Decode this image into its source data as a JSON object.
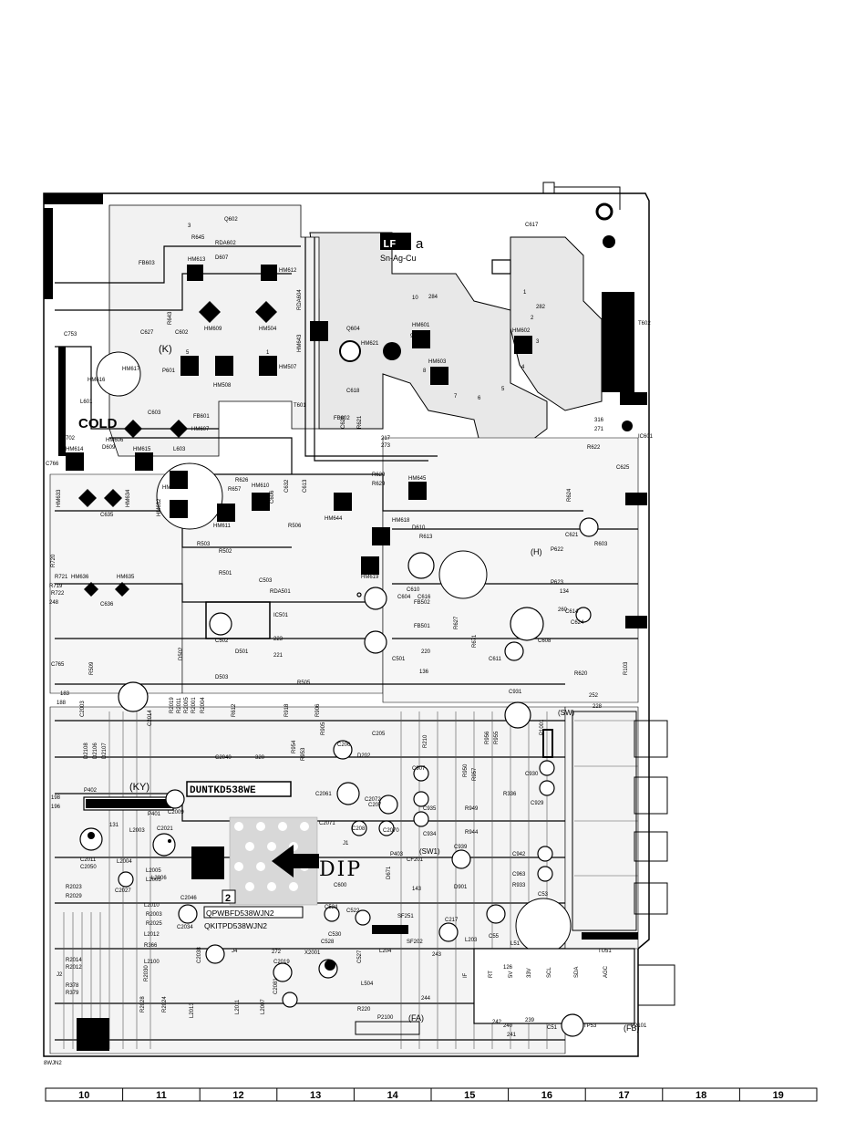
{
  "board": {
    "logo_letters": "LF",
    "logo_suffix": "a",
    "solder": "Sn-Ag-Cu",
    "cold_label": "COLD",
    "hot_label": "(K)",
    "ky_label": "(KY)",
    "h_label": "(H)",
    "sw_label": "(SW)",
    "sw1_label": "(SW1)",
    "fa_label": "(FA)",
    "fb_label": "(FB)",
    "dip_label": "DIP",
    "part_number_main": "DUNTKD538WE",
    "part_number_2": "QPWBFD538WJN2",
    "part_number_3": "QKITPD538WJN2",
    "rev_mark": "2",
    "corner_code": "8WJN2"
  },
  "components": [
    {
      "ref": "Q602"
    },
    {
      "ref": "RDA602"
    },
    {
      "ref": "R645"
    },
    {
      "ref": "FB603"
    },
    {
      "ref": "HM613"
    },
    {
      "ref": "D607"
    },
    {
      "ref": "HM612"
    },
    {
      "ref": "R643"
    },
    {
      "ref": "C627"
    },
    {
      "ref": "C602"
    },
    {
      "ref": "HM609"
    },
    {
      "ref": "HM504"
    },
    {
      "ref": "C753"
    },
    {
      "ref": "HM617"
    },
    {
      "ref": "HM616"
    },
    {
      "ref": "P601"
    },
    {
      "ref": "HM508"
    },
    {
      "ref": "HM507"
    },
    {
      "ref": "L601"
    },
    {
      "ref": "C603"
    },
    {
      "ref": "FB601"
    },
    {
      "ref": "T601"
    },
    {
      "ref": "HM607"
    },
    {
      "ref": "HM606"
    },
    {
      "ref": "D609"
    },
    {
      "ref": "HM615"
    },
    {
      "ref": "L603"
    },
    {
      "ref": "HM614"
    },
    {
      "ref": "IC702"
    },
    {
      "ref": "C766"
    },
    {
      "ref": "HM633"
    },
    {
      "ref": "C635"
    },
    {
      "ref": "HM638"
    },
    {
      "ref": "HM632"
    },
    {
      "ref": "HM634"
    },
    {
      "ref": "R626"
    },
    {
      "ref": "R657"
    },
    {
      "ref": "HM610"
    },
    {
      "ref": "HM611"
    },
    {
      "ref": "C606"
    },
    {
      "ref": "C632"
    },
    {
      "ref": "C613"
    },
    {
      "ref": "R629"
    },
    {
      "ref": "HM645"
    },
    {
      "ref": "HM644"
    },
    {
      "ref": "HM618"
    },
    {
      "ref": "HM619"
    },
    {
      "ref": "C610"
    },
    {
      "ref": "C616"
    },
    {
      "ref": "C604"
    },
    {
      "ref": "FB502"
    },
    {
      "ref": "FB501"
    },
    {
      "ref": "C501"
    },
    {
      "ref": "R505"
    },
    {
      "ref": "R506"
    },
    {
      "ref": "R503"
    },
    {
      "ref": "R502"
    },
    {
      "ref": "R501"
    },
    {
      "ref": "C503"
    },
    {
      "ref": "RDA501"
    },
    {
      "ref": "IC501"
    },
    {
      "ref": "C502"
    },
    {
      "ref": "D501"
    },
    {
      "ref": "D502"
    },
    {
      "ref": "D503"
    },
    {
      "ref": "HM636"
    },
    {
      "ref": "HM635"
    },
    {
      "ref": "C636"
    },
    {
      "ref": "R720"
    },
    {
      "ref": "R721"
    },
    {
      "ref": "R719"
    },
    {
      "ref": "R722"
    },
    {
      "ref": "C765"
    },
    {
      "ref": "Q604"
    },
    {
      "ref": "HM621"
    },
    {
      "ref": "HM601"
    },
    {
      "ref": "HM602"
    },
    {
      "ref": "HM603"
    },
    {
      "ref": "RDA604"
    },
    {
      "ref": "HM643"
    },
    {
      "ref": "C618"
    },
    {
      "ref": "C620"
    },
    {
      "ref": "R621"
    },
    {
      "ref": "FB602"
    },
    {
      "ref": "C617"
    },
    {
      "ref": "T602"
    },
    {
      "ref": "R622"
    },
    {
      "ref": "C625"
    },
    {
      "ref": "IC601"
    },
    {
      "ref": "R624"
    },
    {
      "ref": "C621"
    },
    {
      "ref": "R603"
    },
    {
      "ref": "P622"
    },
    {
      "ref": "P623"
    },
    {
      "ref": "R629"
    },
    {
      "ref": "C614"
    },
    {
      "ref": "C624"
    },
    {
      "ref": "C608"
    },
    {
      "ref": "C611"
    },
    {
      "ref": "R620"
    },
    {
      "ref": "R103"
    },
    {
      "ref": "D610"
    },
    {
      "ref": "R613"
    },
    {
      "ref": "R627"
    },
    {
      "ref": "R671"
    },
    {
      "ref": "C931"
    },
    {
      "ref": "P1001"
    },
    {
      "ref": "C930"
    },
    {
      "ref": "C929"
    },
    {
      "ref": "C942"
    },
    {
      "ref": "C963"
    },
    {
      "ref": "R933"
    },
    {
      "ref": "C53"
    },
    {
      "ref": "C55"
    },
    {
      "ref": "L51"
    },
    {
      "ref": "TU51"
    },
    {
      "ref": "C51"
    },
    {
      "ref": "TP53"
    },
    {
      "ref": "P2101"
    },
    {
      "ref": "C205"
    },
    {
      "ref": "D202"
    },
    {
      "ref": "C206"
    },
    {
      "ref": "C907"
    },
    {
      "ref": "C935"
    },
    {
      "ref": "C934"
    },
    {
      "ref": "R949"
    },
    {
      "ref": "R944"
    },
    {
      "ref": "C939"
    },
    {
      "ref": "D901"
    },
    {
      "ref": "C2040"
    },
    {
      "ref": "C2009"
    },
    {
      "ref": "P401"
    },
    {
      "ref": "P402"
    },
    {
      "ref": "C2021"
    },
    {
      "ref": "C2011"
    },
    {
      "ref": "C2050"
    },
    {
      "ref": "L2003"
    },
    {
      "ref": "L2004"
    },
    {
      "ref": "L2005"
    },
    {
      "ref": "L2006"
    },
    {
      "ref": "C2027"
    },
    {
      "ref": "C2046"
    },
    {
      "ref": "C2034"
    },
    {
      "ref": "C2038"
    },
    {
      "ref": "C2019"
    },
    {
      "ref": "C2081"
    },
    {
      "ref": "C2071"
    },
    {
      "ref": "C2070"
    },
    {
      "ref": "C2072"
    },
    {
      "ref": "C2061"
    },
    {
      "ref": "C208"
    },
    {
      "ref": "C207"
    },
    {
      "ref": "P403"
    },
    {
      "ref": "CF201"
    },
    {
      "ref": "D671"
    },
    {
      "ref": "C600"
    },
    {
      "ref": "SF251"
    },
    {
      "ref": "SF202"
    },
    {
      "ref": "C217"
    },
    {
      "ref": "L203"
    },
    {
      "ref": "L204"
    },
    {
      "ref": "C524"
    },
    {
      "ref": "C522"
    },
    {
      "ref": "C530"
    },
    {
      "ref": "C528"
    },
    {
      "ref": "C527"
    },
    {
      "ref": "L504"
    },
    {
      "ref": "R220"
    },
    {
      "ref": "P2100"
    },
    {
      "ref": "X2001"
    },
    {
      "ref": "J1"
    },
    {
      "ref": "J2"
    },
    {
      "ref": "J4"
    },
    {
      "ref": "R2023"
    },
    {
      "ref": "R2029"
    },
    {
      "ref": "R2014"
    },
    {
      "ref": "R2012"
    },
    {
      "ref": "R378"
    },
    {
      "ref": "R379"
    },
    {
      "ref": "L2100"
    },
    {
      "ref": "L2010"
    },
    {
      "ref": "R2003"
    },
    {
      "ref": "R2025"
    },
    {
      "ref": "L2012"
    },
    {
      "ref": "R366"
    },
    {
      "ref": "R2030"
    },
    {
      "ref": "R2028"
    },
    {
      "ref": "R2024"
    },
    {
      "ref": "L2013"
    },
    {
      "ref": "L2011"
    },
    {
      "ref": "L2007"
    },
    {
      "ref": "L2005"
    },
    {
      "ref": "R612"
    },
    {
      "ref": "R954"
    },
    {
      "ref": "R953"
    },
    {
      "ref": "R918"
    },
    {
      "ref": "R906"
    },
    {
      "ref": "R905"
    },
    {
      "ref": "R210"
    },
    {
      "ref": "R950"
    },
    {
      "ref": "R957"
    },
    {
      "ref": "R956"
    },
    {
      "ref": "R955"
    },
    {
      "ref": "R336"
    },
    {
      "ref": "R509"
    },
    {
      "ref": "C2003"
    },
    {
      "ref": "D2106"
    },
    {
      "ref": "D2107"
    },
    {
      "ref": "D2108"
    },
    {
      "ref": "R2019"
    },
    {
      "ref": "R2011"
    },
    {
      "ref": "R2005"
    },
    {
      "ref": "R2004"
    },
    {
      "ref": "R2001"
    },
    {
      "ref": "C2014"
    }
  ],
  "text_marks": {
    "n1": "1",
    "n2": "2",
    "n3": "3",
    "n4": "4",
    "n5": "5",
    "n6": "6",
    "n7": "7",
    "n8": "8",
    "n9": "9",
    "n10": "10",
    "t217": "217",
    "t273": "273",
    "t316": "316",
    "t271": "271",
    "t284": "284",
    "t282": "282",
    "t223": "223",
    "t221": "221",
    "t220": "220",
    "t136": "136",
    "t134": "134",
    "t260": "260",
    "t228": "228",
    "t252": "252",
    "t243": "243",
    "t244": "244",
    "t242": "242",
    "t240": "240",
    "t239": "239",
    "t241": "241",
    "t126": "126",
    "t143": "143",
    "t272": "272",
    "t183": "183",
    "t188": "188",
    "t198": "198",
    "t196": "196",
    "t248": "248",
    "t320": "320",
    "t131": "131"
  },
  "tuner_pins": [
    "IF",
    "RT",
    "5V",
    "33V",
    "SCL",
    "SDA",
    "AGC"
  ],
  "grid_columns": [
    "10",
    "11",
    "12",
    "13",
    "14",
    "15",
    "16",
    "17",
    "18",
    "19"
  ]
}
